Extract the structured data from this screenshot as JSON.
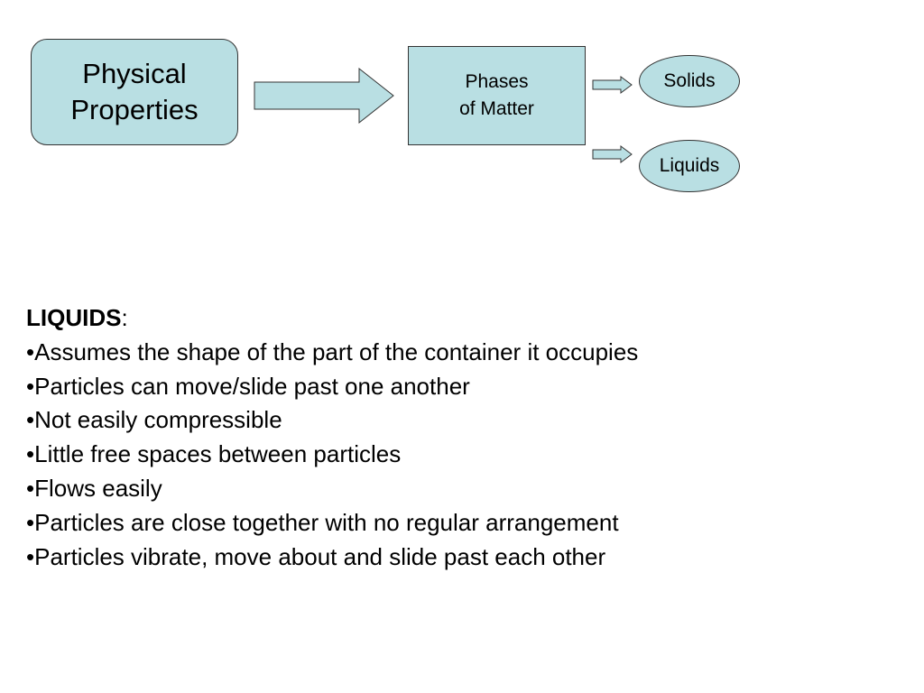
{
  "diagram": {
    "physical_properties": "Physical\nProperties",
    "phases_of_matter": "Phases\nof Matter",
    "solids": "Solids",
    "liquids": "Liquids"
  },
  "notes": {
    "heading": "LIQUIDS",
    "heading_suffix": ":",
    "bullet_glyph": "•",
    "bullets": [
      "Assumes the shape of the part of the container it occupies",
      "Particles can move/slide past one another",
      "Not easily compressible",
      "Little free spaces between particles",
      "Flows easily",
      "Particles are close together with no regular arrangement",
      "Particles vibrate, move about and slide past each other"
    ]
  },
  "colors": {
    "shape_fill": "#b9dfe3",
    "outline": "#333333"
  }
}
